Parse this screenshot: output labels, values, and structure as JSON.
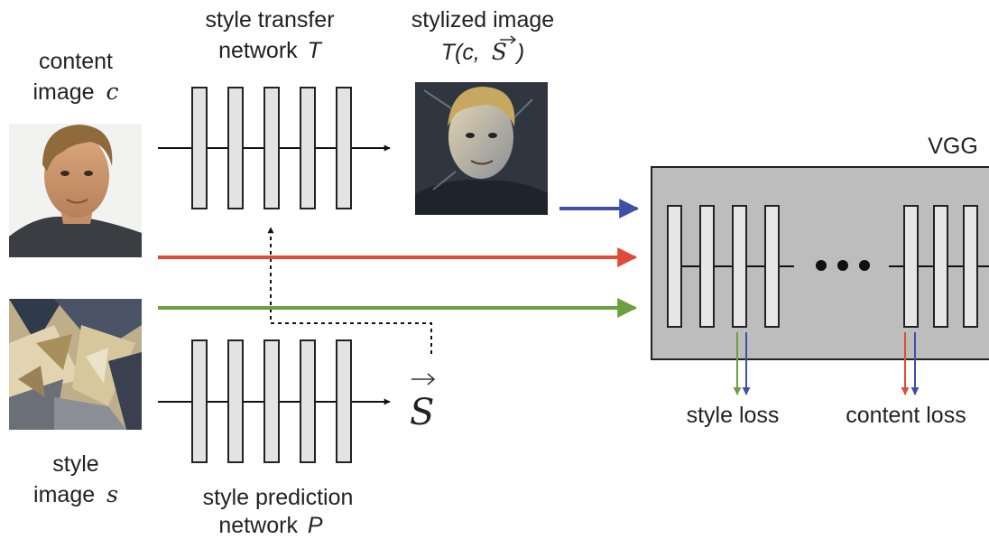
{
  "labels": {
    "content_image_line1": "content",
    "content_image_line2": "image",
    "content_image_var": "c",
    "style_transfer_line1": "style transfer",
    "style_transfer_line2": "network",
    "style_transfer_var": "T",
    "stylized_line1": "stylized image",
    "stylized_open": "T(c,",
    "stylized_vec": "S",
    "stylized_close": ")",
    "style_image_line1": "style",
    "style_image_line2": "image",
    "style_image_var": "s",
    "style_pred_line1": "style prediction",
    "style_pred_line2": "network",
    "style_pred_var": "P",
    "s_vector": "S",
    "vgg": "VGG",
    "style_loss": "style loss",
    "content_loss": "content loss"
  },
  "colors": {
    "blue_arrow": "#3f4fa8",
    "red_arrow": "#df4b36",
    "green_arrow": "#6ba040",
    "vgg_fill": "#bdbdbd",
    "layer_fill": "#e3e3e3"
  },
  "icons": {
    "ellipsis": "three-dots-icon",
    "arrow": "arrow-right-icon"
  }
}
